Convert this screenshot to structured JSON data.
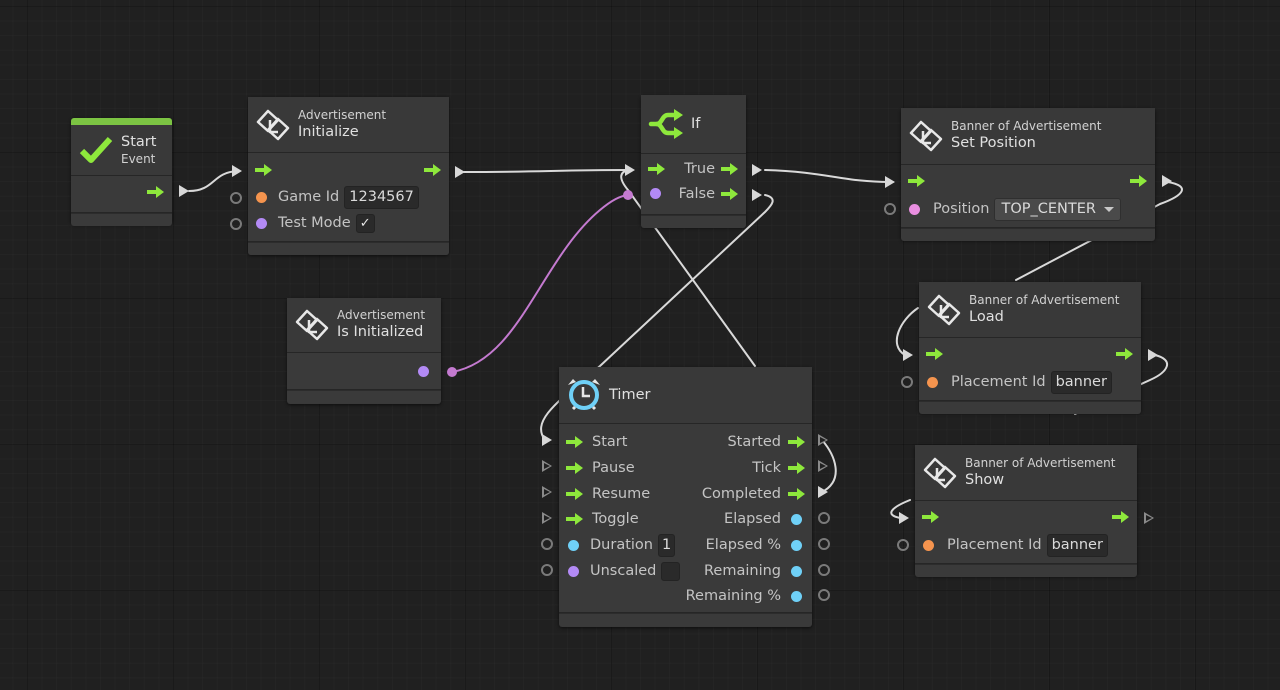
{
  "colors": {
    "flow_arrow": "#8ee83c",
    "string_dot": "#f5944e",
    "bool_dot": "#b38af5",
    "float_dot": "#6fd0f7",
    "enum_dot": "#e98ee0",
    "event_bar": "#7cc443",
    "wire": "#d9d9d9",
    "bool_wire": "#c47ad0"
  },
  "nodes": {
    "start": {
      "title": "Start",
      "subtitle": "Event",
      "icon": "checkmark-icon"
    },
    "initialize": {
      "subtitle": "Advertisement",
      "title": "Initialize",
      "icon": "advertisement-icon",
      "inputs": [
        {
          "label": "Game Id",
          "type": "string",
          "value": "1234567"
        },
        {
          "label": "Test Mode",
          "type": "bool",
          "value": "✓"
        }
      ]
    },
    "is_initialized": {
      "subtitle": "Advertisement",
      "title": "Is Initialized",
      "icon": "advertisement-icon"
    },
    "if": {
      "title": "If",
      "icon": "branch-icon",
      "outputs": [
        "True",
        "False"
      ]
    },
    "timer": {
      "title": "Timer",
      "icon": "alarm-clock-icon",
      "flow_inputs": [
        "Start",
        "Pause",
        "Resume",
        "Toggle"
      ],
      "value_inputs": [
        {
          "label": "Duration",
          "type": "float",
          "value": "1"
        },
        {
          "label": "Unscaled",
          "type": "bool",
          "value": ""
        }
      ],
      "flow_outputs": [
        "Started",
        "Tick",
        "Completed"
      ],
      "value_outputs": [
        "Elapsed",
        "Elapsed %",
        "Remaining",
        "Remaining %"
      ]
    },
    "set_position": {
      "subtitle": "Banner of Advertisement",
      "title": "Set Position",
      "icon": "advertisement-icon",
      "inputs": [
        {
          "label": "Position",
          "type": "enum",
          "value": "TOP_CENTER"
        }
      ]
    },
    "load": {
      "subtitle": "Banner of Advertisement",
      "title": "Load",
      "icon": "advertisement-icon",
      "inputs": [
        {
          "label": "Placement Id",
          "type": "string",
          "value": "banner"
        }
      ]
    },
    "show": {
      "subtitle": "Banner of Advertisement",
      "title": "Show",
      "icon": "advertisement-icon",
      "inputs": [
        {
          "label": "Placement Id",
          "type": "string",
          "value": "banner"
        }
      ]
    }
  }
}
